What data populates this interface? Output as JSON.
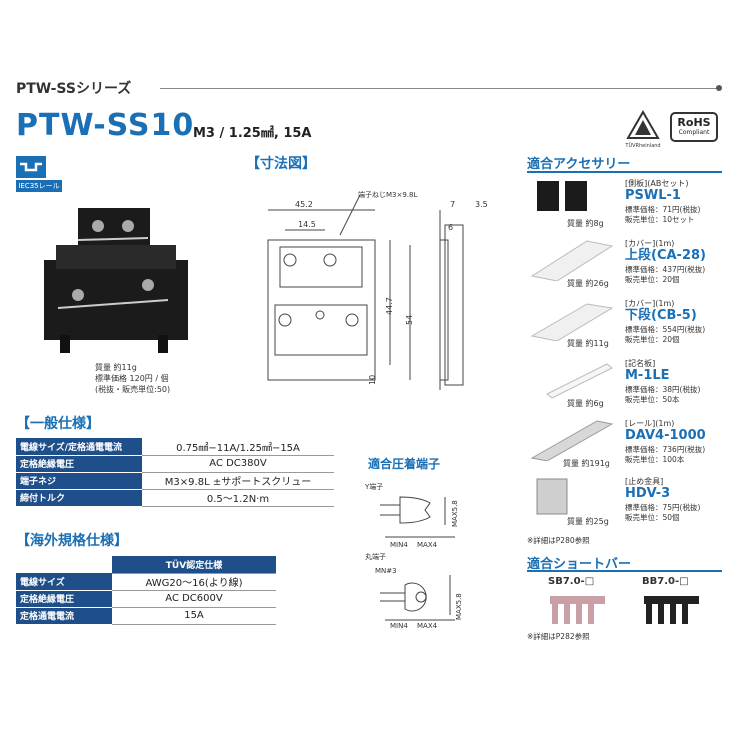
{
  "header": {
    "series": "PTW-SSシリーズ",
    "model": "PTW-SS10",
    "spec": "M3 / 1.25㎟, 15A"
  },
  "badges": {
    "tuv": "TÜVRheinland",
    "rohs": "RoHS",
    "rohs_sub": "Compliant"
  },
  "rail_label": "IEC35レール",
  "dimension": {
    "title": "【寸法図】",
    "note": "端子ねじM3×9.8L",
    "dims": {
      "w1": "45.2",
      "w2": "14.5",
      "h1": "44.7",
      "h2": "54",
      "h3": "10",
      "t1": "7",
      "t2": "3.5",
      "t3": "6"
    }
  },
  "product_caption": {
    "weight": "質量 約11g",
    "price": "標準価格 120円 / 個",
    "unit": "(税抜・販売単位:50)"
  },
  "general_spec": {
    "title": "【一般仕様】",
    "rows": [
      {
        "k": "電線サイズ/定格通電電流",
        "v": "0.75㎟−11A/1.25㎟−15A"
      },
      {
        "k": "定格絶縁電圧",
        "v": "AC DC380V"
      },
      {
        "k": "端子ネジ",
        "v": "M3×9.8L ±サポートスクリュー"
      },
      {
        "k": "締付トルク",
        "v": "0.5〜1.2N·m"
      }
    ]
  },
  "overseas_spec": {
    "title": "【海外規格仕様】",
    "header": "TÜV認定仕様",
    "rows": [
      {
        "k": "電線サイズ",
        "v": "AWG20〜16(より線)"
      },
      {
        "k": "定格絶縁電圧",
        "v": "AC DC600V"
      },
      {
        "k": "定格通電電流",
        "v": "15A"
      }
    ]
  },
  "terminals": {
    "title": "適合圧着端子",
    "y_label": "Y端子",
    "ring_label": "丸端子",
    "mn": "MN#3",
    "min": "MIN4",
    "max": "MAX4",
    "max58": "MAX5.8"
  },
  "accessories": {
    "title": "適合アクセサリー",
    "items": [
      {
        "cat": "[側板](ABセット)",
        "name": "PSWL-1",
        "price": "標準価格：71円(税抜)",
        "unit": "販売単位：10セット",
        "weight": "質量 約8g"
      },
      {
        "cat": "[カバー](1m)",
        "name": "上段(CA-28)",
        "price": "標準価格：437円(税抜)",
        "unit": "販売単位：20個",
        "weight": "質量 約26g"
      },
      {
        "cat": "[カバー](1m)",
        "name": "下段(CB-5)",
        "price": "標準価格：554円(税抜)",
        "unit": "販売単位：20個",
        "weight": "質量 約11g"
      },
      {
        "cat": "[記名板]",
        "name": "M-1LE",
        "price": "標準価格：38円(税抜)",
        "unit": "販売単位：50本",
        "weight": "質量 約6g"
      },
      {
        "cat": "[レール](1m)",
        "name": "DAV4-1000",
        "price": "標準価格：736円(税抜)",
        "unit": "販売単位：100本",
        "weight": "質量 約191g"
      },
      {
        "cat": "[止め金具]",
        "name": "HDV-3",
        "price": "標準価格：75円(税抜)",
        "unit": "販売単位：50個",
        "weight": "質量 約25g"
      }
    ],
    "note": "※詳細はP280参照"
  },
  "short_bar": {
    "title": "適合ショートバー",
    "a": "SB7.0-□",
    "b": "BB7.0-□",
    "note": "※詳細はP282参照"
  }
}
